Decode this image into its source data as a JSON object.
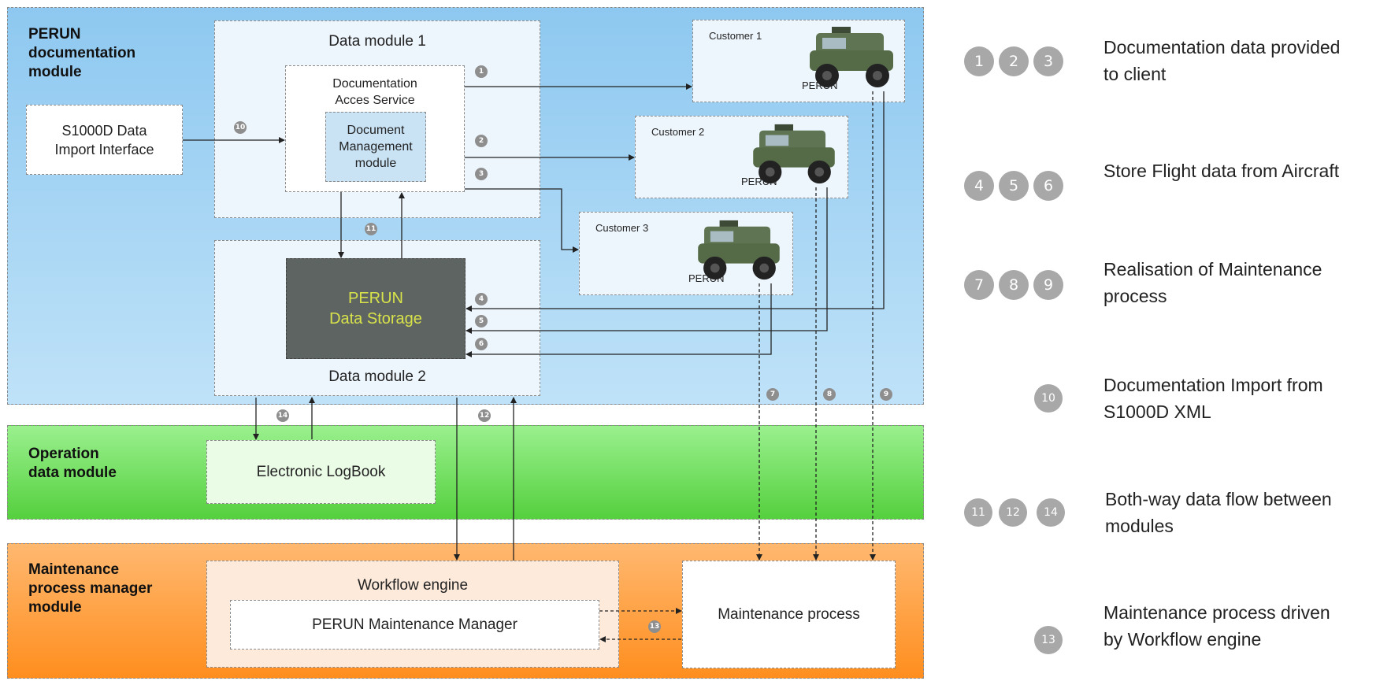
{
  "bands": {
    "documentation": "PERUN\ndocumentation\nmodule",
    "operation": "Operation\ndata module",
    "maintenance": "Maintenance\nprocess manager\nmodule"
  },
  "boxes": {
    "import_interface": "S1000D Data\nImport Interface",
    "data_module_1": "Data module 1",
    "access_service": "Documentation\nAcces Service",
    "doc_management": "Document\nManagement\nmodule",
    "data_module_2": "Data module 2",
    "storage_line1": "PERUN",
    "storage_line2": "Data Storage",
    "logbook": "Electronic LogBook",
    "workflow_engine": "Workflow engine",
    "maintenance_manager": "PERUN Maintenance Manager",
    "maintenance_process": "Maintenance process"
  },
  "customers": [
    {
      "label": "Customer 1",
      "tag": "PERUN"
    },
    {
      "label": "Customer 2",
      "tag": "PERUN"
    },
    {
      "label": "Customer 3",
      "tag": "PERUN"
    }
  ],
  "flow_numbers": [
    "1",
    "2",
    "3",
    "4",
    "5",
    "6",
    "7",
    "8",
    "9",
    "10",
    "11",
    "12",
    "13",
    "14"
  ],
  "legend": [
    {
      "numbers": [
        "1",
        "2",
        "3"
      ],
      "text": "Documentation data provided\nto client"
    },
    {
      "numbers": [
        "4",
        "5",
        "6"
      ],
      "text": "Store Flight data from Aircraft"
    },
    {
      "numbers": [
        "7",
        "8",
        "9"
      ],
      "text": "Realisation of Maintenance\nprocess"
    },
    {
      "numbers": [
        "10"
      ],
      "text": "Documentation Import from\nS1000D XML"
    },
    {
      "numbers": [
        "11",
        "12",
        "14"
      ],
      "text": "Both-way data flow between\nmodules"
    },
    {
      "numbers": [
        "13"
      ],
      "text": "Maintenance process driven\nby Workflow engine"
    }
  ],
  "colors": {
    "documentation_band": "#8ec8f0",
    "operation_band": "#55d03e",
    "maintenance_band": "#ff8e1e",
    "storage_fill": "#5d6462",
    "storage_text": "#d8e24a",
    "badge": "#8e8e8e"
  }
}
